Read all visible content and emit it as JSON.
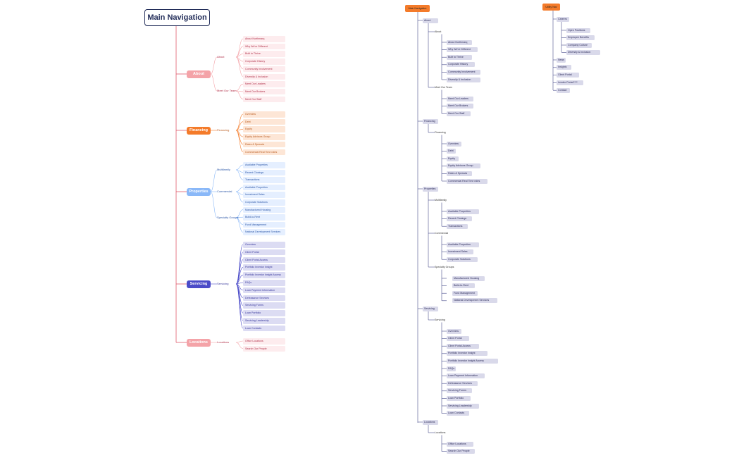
{
  "colors": {
    "about": "#f4a3a8",
    "about_leaf": "#fdecee",
    "about_text": "#b2324b",
    "financing": "#f47b2a",
    "financing_leaf": "#fde6d6",
    "financing_text": "#b95a1e",
    "properties": "#8ab8f8",
    "properties_leaf": "#e5efff",
    "properties_text": "#2c57a8",
    "servicing": "#4b4bc8",
    "servicing_leaf": "#dcdcf3",
    "servicing_text": "#3a3a9c",
    "locations": "#f4a3a8",
    "locations_leaf": "#fdecee",
    "locations_text": "#b2324b",
    "right_line": "#4a4e8c",
    "left_line": "#e05a6c"
  },
  "left": {
    "title": "Main Navigation",
    "categories": [
      {
        "label": "About",
        "color_key": "about",
        "groups": [
          {
            "label": "About",
            "items": [
              "About Northmarq",
              "Why We're Different",
              "Built to Thrive",
              "Corporate History",
              "Community Involvement",
              "Diversity & Inclusion"
            ]
          },
          {
            "label": "Meet Our Team",
            "items": [
              "Meet Our Leaders",
              "Meet Our Brokers",
              "Meet Our Staff"
            ]
          }
        ]
      },
      {
        "label": "Financing",
        "color_key": "financing",
        "groups": [
          {
            "label": "Financing",
            "items": [
              "Overview",
              "Debt",
              "Equity",
              "Equity Advisors Group",
              "Rates & Spreads",
              "Commercial Real Time rates"
            ]
          }
        ]
      },
      {
        "label": "Properties",
        "color_key": "properties",
        "groups": [
          {
            "label": "Multifamily",
            "items": [
              "Available Properties",
              "Recent Closings",
              "Transactions"
            ]
          },
          {
            "label": "Commercial",
            "items": [
              "Available Properties",
              "Investment Sales",
              "Corporate Solutions"
            ]
          },
          {
            "label": "Specialty Groups",
            "items": [
              "Manufactured Housing",
              "Build-to-Rent",
              "Fund Management",
              "National Development Services"
            ]
          }
        ]
      },
      {
        "label": "Servicing",
        "color_key": "servicing",
        "groups": [
          {
            "label": "Servicing",
            "items": [
              "Overview",
              "Client Portal",
              "Client Portal Access",
              "Portfolio Investor Insight",
              "Portfolio Investor Insight Access",
              "FAQs",
              "Loan Payment Information",
              "Defeasance Services",
              "Servicing Forms",
              "Loan Portfolio",
              "Servicing Leadership",
              "Loan Contacts"
            ]
          }
        ]
      },
      {
        "label": "Locations",
        "color_key": "locations",
        "groups": [
          {
            "label": "Locations",
            "items": [
              "Office Locations",
              "Search Our People"
            ]
          }
        ]
      }
    ]
  },
  "middle": {
    "root": "Main Navigation",
    "sections": [
      {
        "label": "About",
        "groups": [
          {
            "label": "About",
            "items": [
              "About Northmarq",
              "Why We're Different",
              "Built to Thrive",
              "Corporate History",
              "Community Involvement",
              "Diversity & Inclusion"
            ]
          },
          {
            "label": "Meet Our Team",
            "items": [
              "Meet Our Leaders",
              "Meet Our Brokers",
              "Meet Our Staff"
            ]
          }
        ]
      },
      {
        "label": "Financing",
        "groups": [
          {
            "label": "Financing",
            "items": [
              "Overview",
              "Debt",
              "Equity",
              "Equity Advisors Group",
              "Rates & Spreads",
              "Commercial Real Time rates"
            ]
          }
        ]
      },
      {
        "label": "Properties",
        "groups": [
          {
            "label": "Multifamily",
            "items": [
              "Available Properties",
              "Recent Closings",
              "Transactions"
            ]
          },
          {
            "label": "Commercial",
            "items": [
              "Available Properties",
              "Investment Sales",
              "Corporate Solutions"
            ]
          },
          {
            "label": "Specialty Groups",
            "items": [
              "Manufactured Housing",
              "Build-to-Rent",
              "Fund Management",
              "National Development Services"
            ]
          }
        ]
      },
      {
        "label": "Servicing",
        "groups": [
          {
            "label": "Servicing",
            "items": [
              "Overview",
              "Client Portal",
              "Client Portal Access",
              "Portfolio Investor Insight",
              "Portfolio Investor Insight Access",
              "FAQs",
              "Loan Payment Information",
              "Defeasance Services",
              "Servicing Forms",
              "Loan Portfolio",
              "Servicing Leadership",
              "Loan Contacts"
            ]
          }
        ]
      },
      {
        "label": "Locations",
        "groups": [
          {
            "label": "Locations",
            "items": [
              "Office Locations",
              "Search Our People"
            ]
          }
        ]
      }
    ]
  },
  "utility": {
    "root": "Utility Nav",
    "careers": {
      "label": "Careers",
      "items": [
        "Open Positions",
        "Employee Benefits",
        "Company Culture",
        "Diversity & Inclusion"
      ]
    },
    "items": [
      "News",
      "Insights",
      "Client Portal",
      "Lender Portal???",
      "Contact"
    ]
  }
}
